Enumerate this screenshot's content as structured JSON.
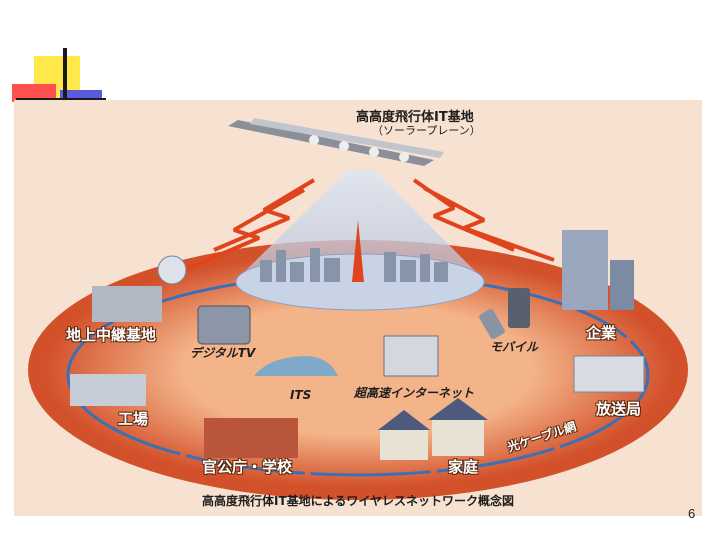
{
  "diagram": {
    "title": "高高度飛行体IT基地",
    "subtitle": "（ソーラープレーン）",
    "caption": "高高度飛行体IT基地によるワイヤレスネットワーク概念図",
    "labels": {
      "relay_station": "地上中継基地",
      "enterprise": "企業",
      "broadcaster": "放送局",
      "factory": "工場",
      "government_school": "官公庁・学校",
      "home": "家庭",
      "digital_tv": "デジタルTV",
      "mobile": "モバイル",
      "its": "ITS",
      "internet": "超高速インターネット",
      "fiber_cable": "光ケーブル網"
    },
    "colors": {
      "ring_outer": "#d2502a",
      "ring_inner": "#e8794a",
      "beam": "#b8c6dc",
      "lightning": "#e0441c",
      "background": "#f7e2d1"
    }
  },
  "page": {
    "number": "6"
  }
}
